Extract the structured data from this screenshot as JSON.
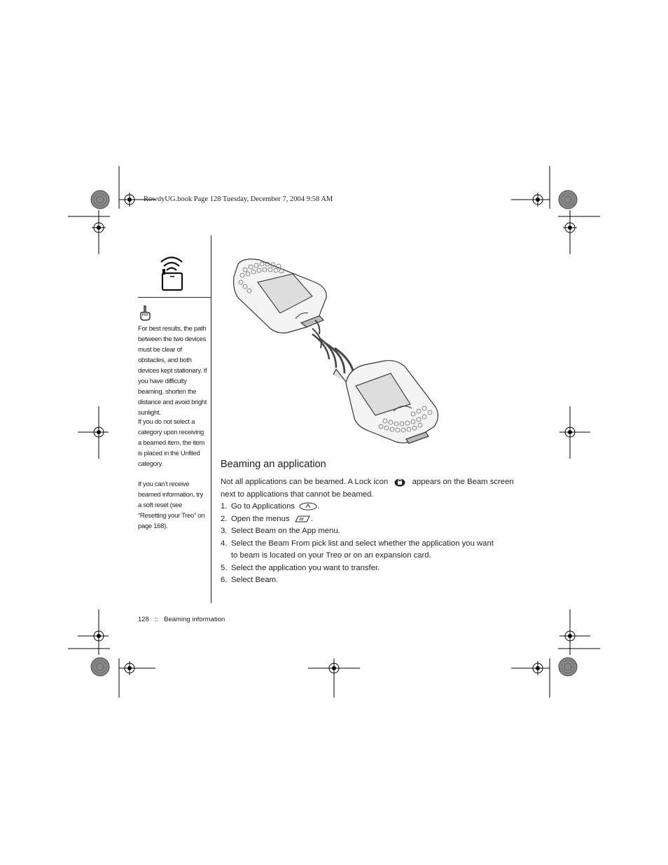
{
  "header": {
    "text": "RowdyUG.book  Page 128  Tuesday, December 7, 2004  9:58 AM"
  },
  "sidebar": {
    "tip_paragraphs": [
      "For best results, the path between the two devices must be clear of obstacles, and both devices kept stationary. If you have difficulty beaming, shorten the distance and avoid bright sunlight.",
      "If you do not select a category upon receiving a beamed item, the item is placed in the Unfiled category.",
      "If you can’t receive beamed information, try a soft reset (see “Resetting your Treo” on page 168)."
    ]
  },
  "main": {
    "heading": "Beaming an application",
    "intro_part1": "Not all applications can be beamed. A Lock icon",
    "intro_part2": "appears on the Beam screen",
    "intro_line2": "next to applications that cannot be beamed.",
    "steps": [
      {
        "num": "1.",
        "text": "Go to Applications",
        "suffix": "."
      },
      {
        "num": "2.",
        "text": "Open the menus",
        "suffix": "."
      },
      {
        "num": "3.",
        "text": "Select Beam on the App menu."
      },
      {
        "num": "4.",
        "text": "Select the Beam From pick list and select whether the application you want",
        "text2": "to beam is located on your Treo or on an expansion card."
      },
      {
        "num": "5.",
        "text": "Select the application you want to transfer."
      },
      {
        "num": "6.",
        "text": "Select Beam."
      }
    ]
  },
  "footer": {
    "page_number": "128",
    "separator": "::",
    "section": "Beaming information"
  },
  "icons": [
    "registration-mark-icon",
    "beam-phone-icon",
    "pointing-hand-icon",
    "lock-icon",
    "applications-icon",
    "menu-icon"
  ]
}
